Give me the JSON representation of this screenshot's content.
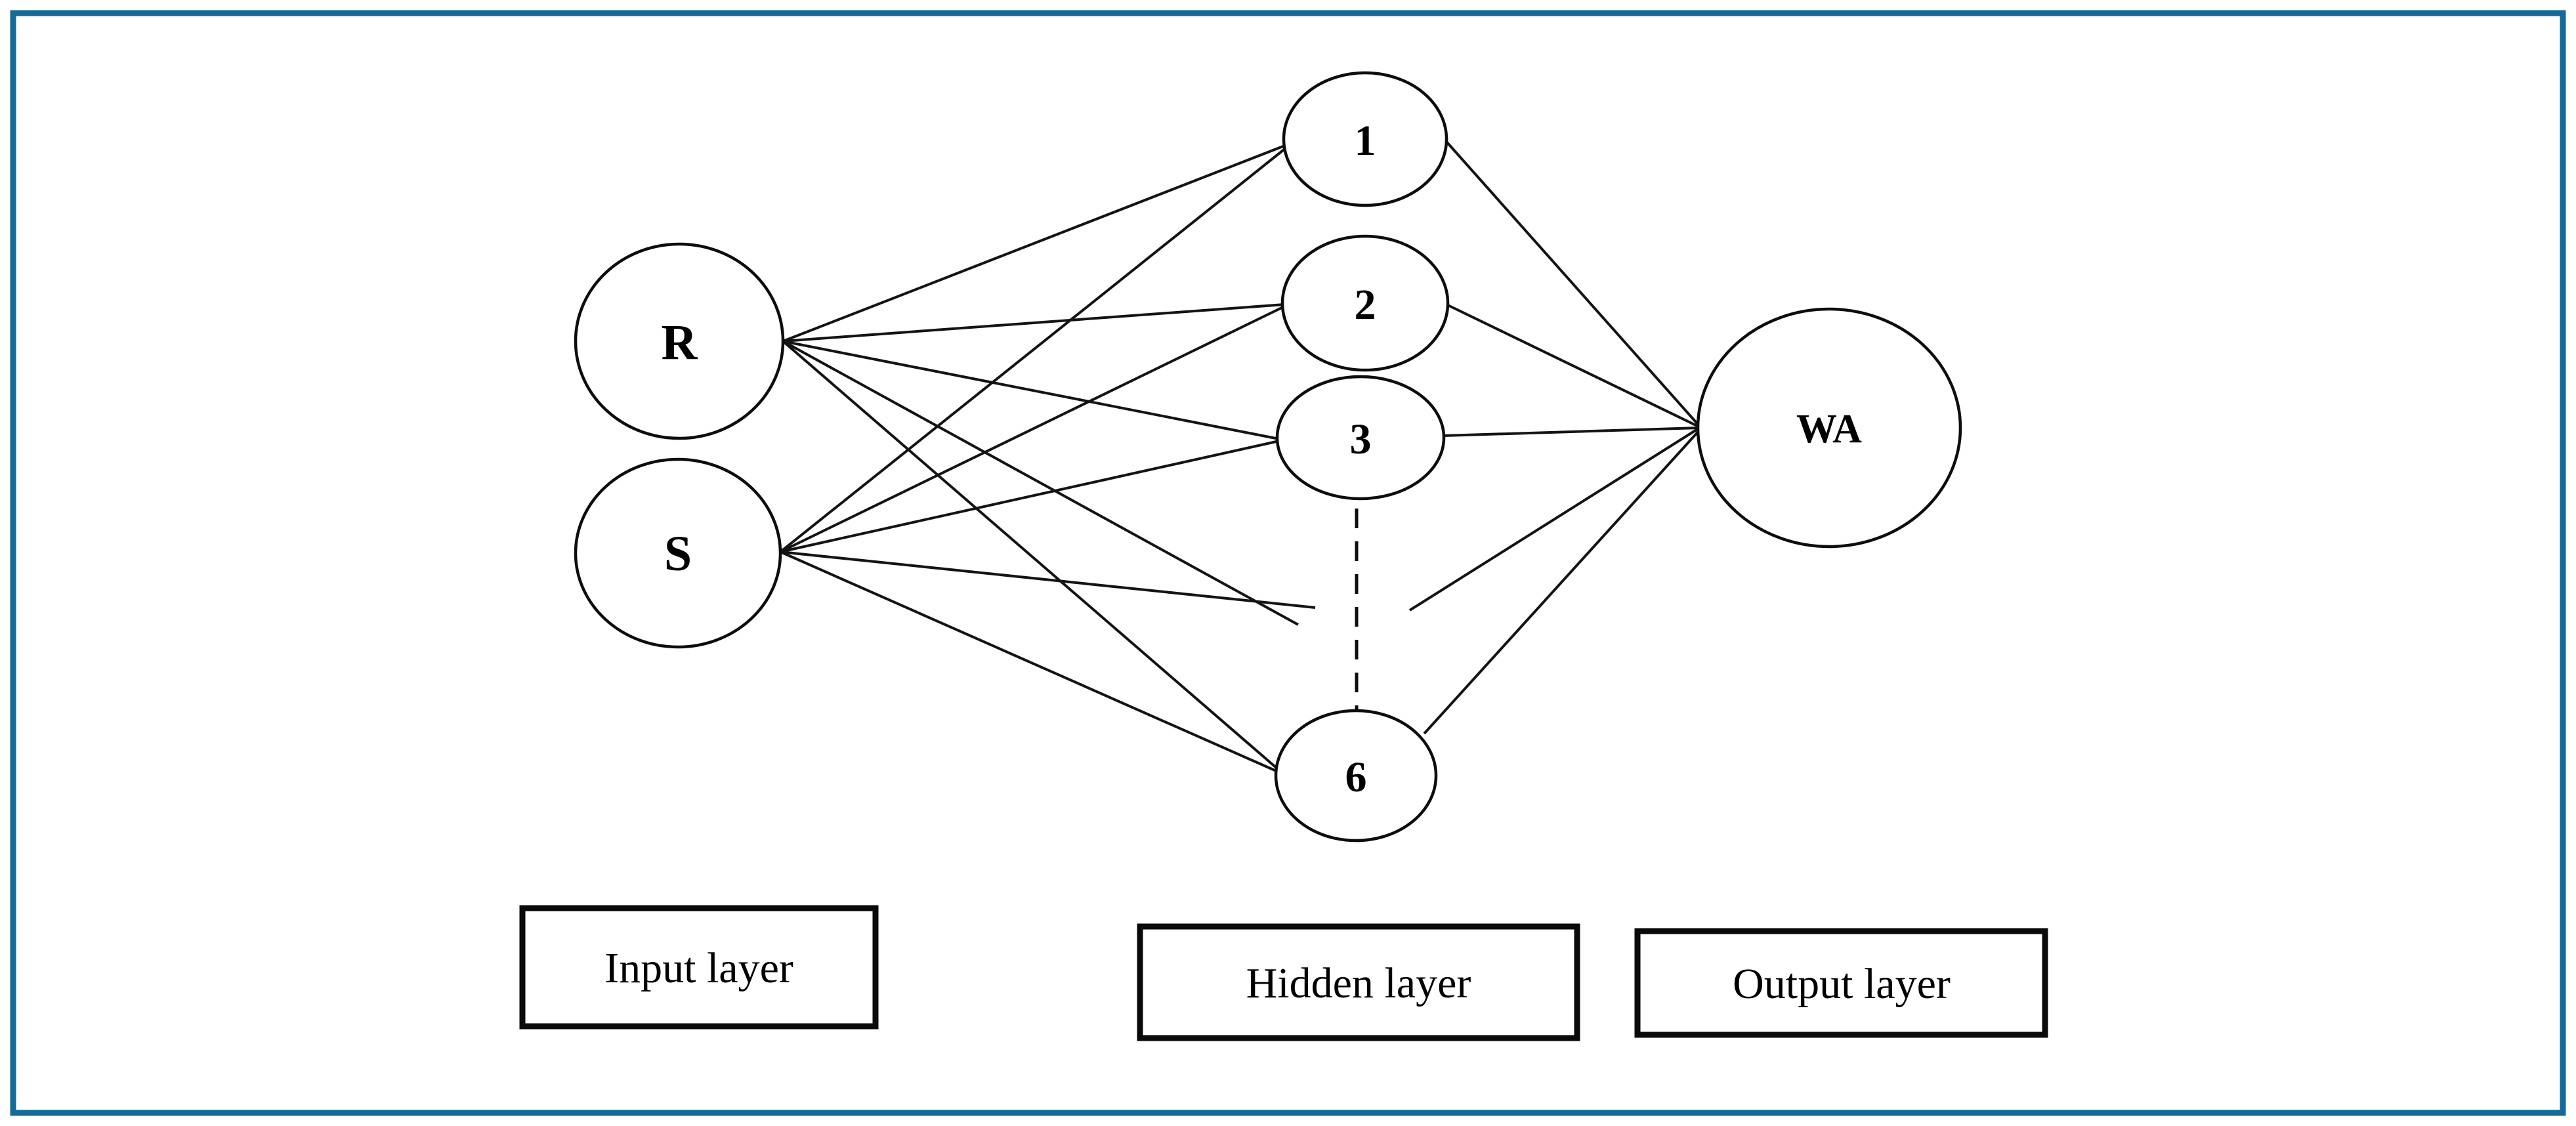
{
  "figure": {
    "type": "neural-network-diagram",
    "border_color": "#136a98",
    "line_color": "#141414",
    "background_color": "#ffffff"
  },
  "nodes": {
    "input": [
      {
        "label": "R"
      },
      {
        "label": "S"
      }
    ],
    "hidden": [
      {
        "label": "1"
      },
      {
        "label": "2"
      },
      {
        "label": "3"
      },
      {
        "label": "6"
      }
    ],
    "output": [
      {
        "label": "WA"
      }
    ]
  },
  "layer_labels": {
    "input": "Input layer",
    "hidden": "Hidden layer",
    "output": "Output layer"
  },
  "hidden_gap": {
    "style": "dashed-line",
    "between": [
      "3",
      "6"
    ],
    "meaning": "hidden nodes 4-5 omitted"
  },
  "edges": [
    "R-1",
    "R-2",
    "R-3",
    "R-6",
    "R-hiddengap",
    "S-1",
    "S-2",
    "S-3",
    "S-6",
    "S-hiddengap",
    "1-WA",
    "2-WA",
    "3-WA",
    "6-WA",
    "hiddengap-WA"
  ]
}
